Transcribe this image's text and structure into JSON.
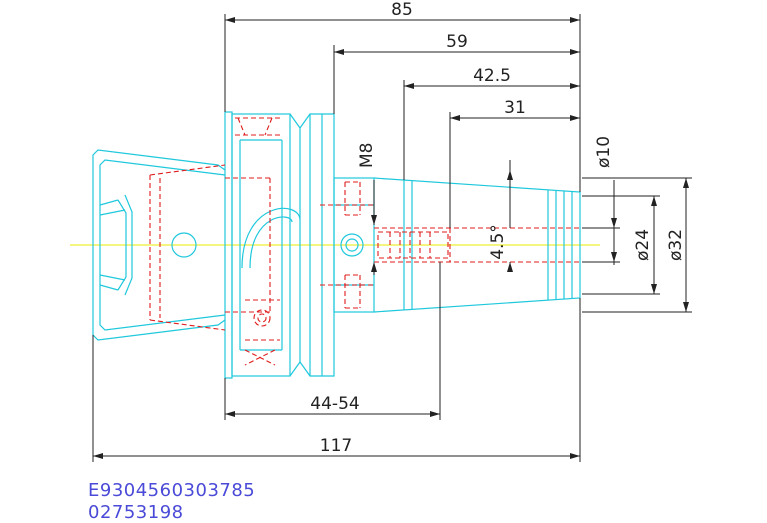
{
  "colors": {
    "outline": "#1fc8dc",
    "hidden": "#e01c1c",
    "dimension": "#222222",
    "centerline": "#e8e800",
    "id_text": "#4a4ad8"
  },
  "dimensions": {
    "d85": "85",
    "d59": "59",
    "d42_5": "42.5",
    "d31": "31",
    "m8": "M8",
    "dia10": "ø10",
    "angle": "4.5°",
    "dia24": "ø24",
    "dia32": "ø32",
    "d44_54": "44-54",
    "d117": "117"
  },
  "ids": {
    "code": "E9304560303785",
    "number": "02753198"
  }
}
